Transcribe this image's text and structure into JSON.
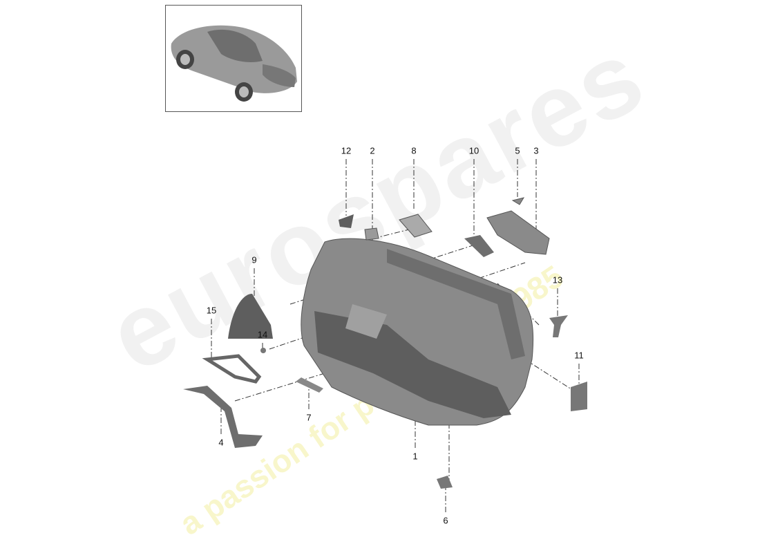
{
  "watermark": {
    "brand": "eurospares",
    "tagline": "a passion for parts since 1985"
  },
  "thumbnail": {
    "subject": "car-overview-icon"
  },
  "callouts": [
    {
      "id": "12",
      "label": "12"
    },
    {
      "id": "2",
      "label": "2"
    },
    {
      "id": "8",
      "label": "8"
    },
    {
      "id": "10",
      "label": "10"
    },
    {
      "id": "5",
      "label": "5"
    },
    {
      "id": "3",
      "label": "3"
    },
    {
      "id": "9",
      "label": "9"
    },
    {
      "id": "15",
      "label": "15"
    },
    {
      "id": "14",
      "label": "14"
    },
    {
      "id": "13",
      "label": "13"
    },
    {
      "id": "11",
      "label": "11"
    },
    {
      "id": "7",
      "label": "7"
    },
    {
      "id": "4",
      "label": "4"
    },
    {
      "id": "1",
      "label": "1"
    },
    {
      "id": "6",
      "label": "6"
    }
  ],
  "colors": {
    "part_fill": "#8a8a8a",
    "part_dark": "#5e5e5e",
    "watermark_grey": "#e6e6e6",
    "watermark_yellow": "#f3f0b0"
  }
}
